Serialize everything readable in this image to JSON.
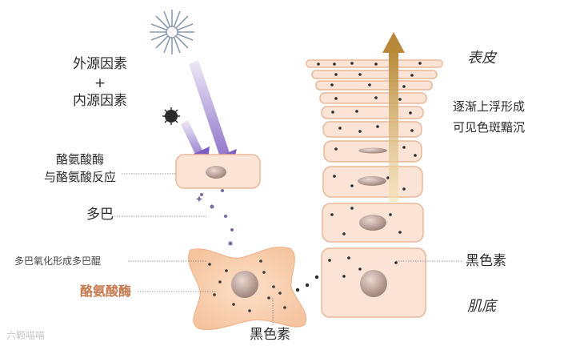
{
  "labels": {
    "external_line1": "外源因素",
    "plus": "+",
    "external_line2": "内源因素",
    "reaction_line1": "酪氨酸酶",
    "reaction_line2": "与酪氨酸反应",
    "dopa": "多巴",
    "oxidation": "多巴氧化形成多巴醌",
    "tyrosinase": "酪氨酸酶",
    "melanin_bottom": "黑色素",
    "melanin_right": "黑色素",
    "epidermis": "表皮",
    "process_line1": "逐渐上浮形成",
    "process_line2": "可见色斑黯沉",
    "dermis_base": "肌底"
  },
  "watermark": "六颗喵喵",
  "colors": {
    "cell_fill": "#fbe3d6",
    "cell_stroke": "#e9b89a",
    "melanocyte_fill": "#f8cfae",
    "nucleus": "#b89a8e",
    "arrow_purple": "#8a6fc2",
    "arrow_gold": "#c9a045",
    "accent_label": "#c57a4f",
    "dot": "#2a2a2a"
  },
  "icons": {
    "sun": "sun-burst-icon",
    "particle": "dark-particle-icon"
  }
}
